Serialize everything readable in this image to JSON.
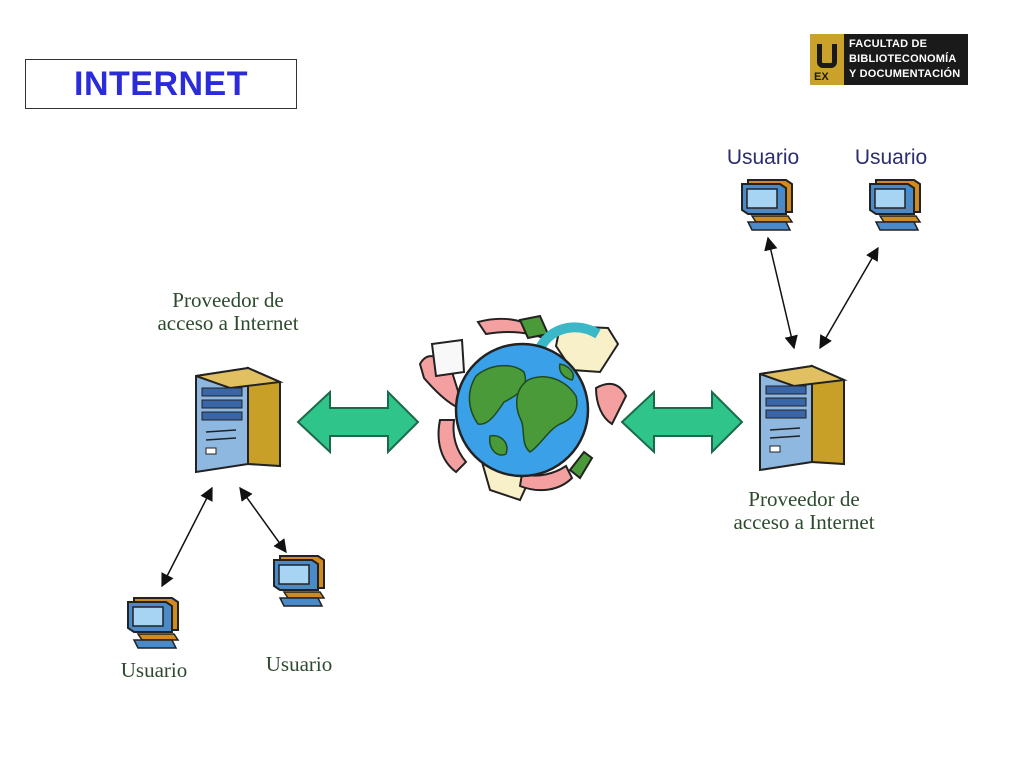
{
  "title": "INTERNET",
  "logo": {
    "mark_text": "EX",
    "lines": [
      "FACULTAD DE",
      "BIBLIOTECONOMÍA",
      "Y DOCUMENTACIÓN"
    ]
  },
  "labels": {
    "provider_left": [
      "Proveedor de",
      "acceso a Internet"
    ],
    "provider_right": [
      "Proveedor de",
      "acceso a Internet"
    ],
    "user_top_left": "Usuario",
    "user_top_right": "Usuario",
    "user_bottom_left": "Usuario",
    "user_bottom_right": "Usuario"
  },
  "icons": {
    "server": "server-tower-icon",
    "computer": "desktop-computer-icon",
    "globe": "globe-with-hands-icon",
    "double_arrow": "double-arrow-icon"
  },
  "colors": {
    "title": "#2b2bd9",
    "arrow_fill": "#2ec48a",
    "arrow_stroke": "#1a6a4a",
    "globe_ocean": "#3aa0e8",
    "globe_land": "#4a9a3a",
    "server_body": "#c8a028",
    "monitor_body": "#d08a20",
    "screen": "#7ab8e8"
  }
}
